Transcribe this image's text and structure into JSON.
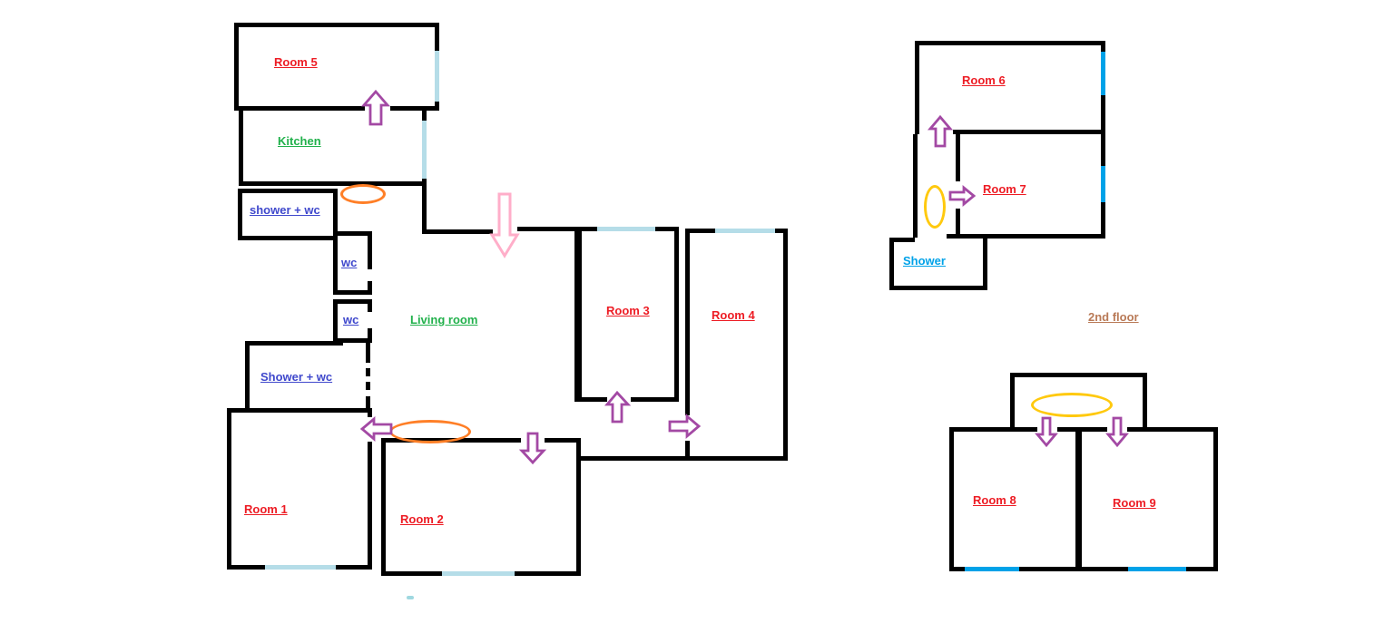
{
  "palette": {
    "wall": "#000000",
    "room_label": "#ed1c24",
    "area_label": "#22b14c",
    "wc_label": "#3f48cc",
    "shower_2f_label": "#00a2e8",
    "floor2_label": "#b97a57",
    "door_arrow": "#a349a4",
    "entrance_arrow": "#ffaec9",
    "oval_floor1": "#ff7f27",
    "oval_floor2": "#ffc90e",
    "window_floor1": "#b5dde8",
    "window_floor2": "#00a2e8"
  },
  "floor1": {
    "room5": "Room 5",
    "kitchen": "Kitchen",
    "shower_wc_small": "shower + wc",
    "wc_top": "wc",
    "wc_bottom": "wc",
    "shower_wc_large": "Shower + wc",
    "living_room": "Living room",
    "room1": "Room 1",
    "room2": "Room 2",
    "room3": "Room 3",
    "room4": "Room 4"
  },
  "floor2": {
    "label": "2nd floor",
    "room6": "Room 6",
    "room7": "Room 7",
    "shower": "Shower",
    "room8": "Room 8",
    "room9": "Room 9"
  }
}
